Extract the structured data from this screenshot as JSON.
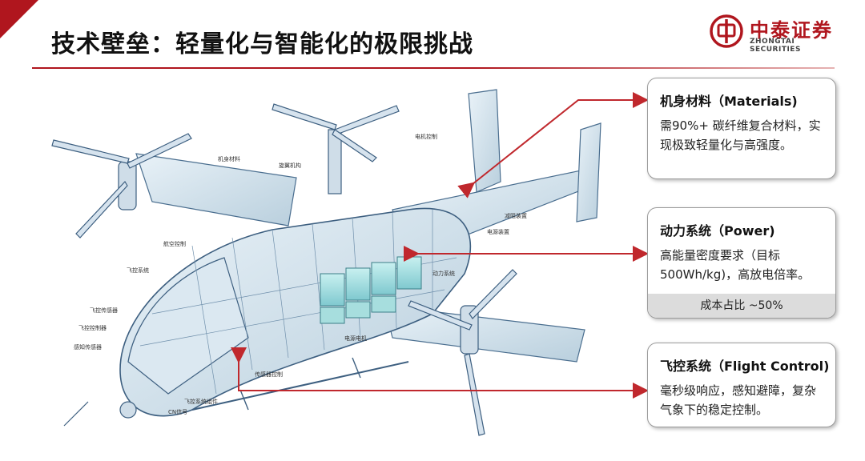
{
  "title": "技术壁垒：轻量化与智能化的极限挑战",
  "logo": {
    "name_cn": "中泰证券",
    "name_en": "ZHONGTAI SECURITIES"
  },
  "colors": {
    "brand_red": "#b0161e",
    "line_blue": "#4a6e8f",
    "arrow_red": "#c0282d"
  },
  "callouts": [
    {
      "title": "机身材料（Materials)",
      "text": "需90%+ 碳纤维复合材料，实现极致轻量化与高强度。"
    },
    {
      "title": "动力系统（Power)",
      "text": "高能量密度要求（目标500Wh/kg)，高放电倍率。",
      "footer": "成本占比 ~50%"
    },
    {
      "title": "飞控系统（Flight Control)",
      "text": "毫秒级响应，感知避障，复杂气象下的稳定控制。"
    }
  ],
  "diagram_labels": [
    "机身材料",
    "旋翼机构",
    "电机控制",
    "减阻装置",
    "电源装置",
    "动力系统",
    "电源电机",
    "航空控制",
    "飞控系统",
    "飞控传感器",
    "飞控控制器",
    "感知传感器",
    "传感器控制",
    "飞控系统组件",
    "CN信号"
  ]
}
